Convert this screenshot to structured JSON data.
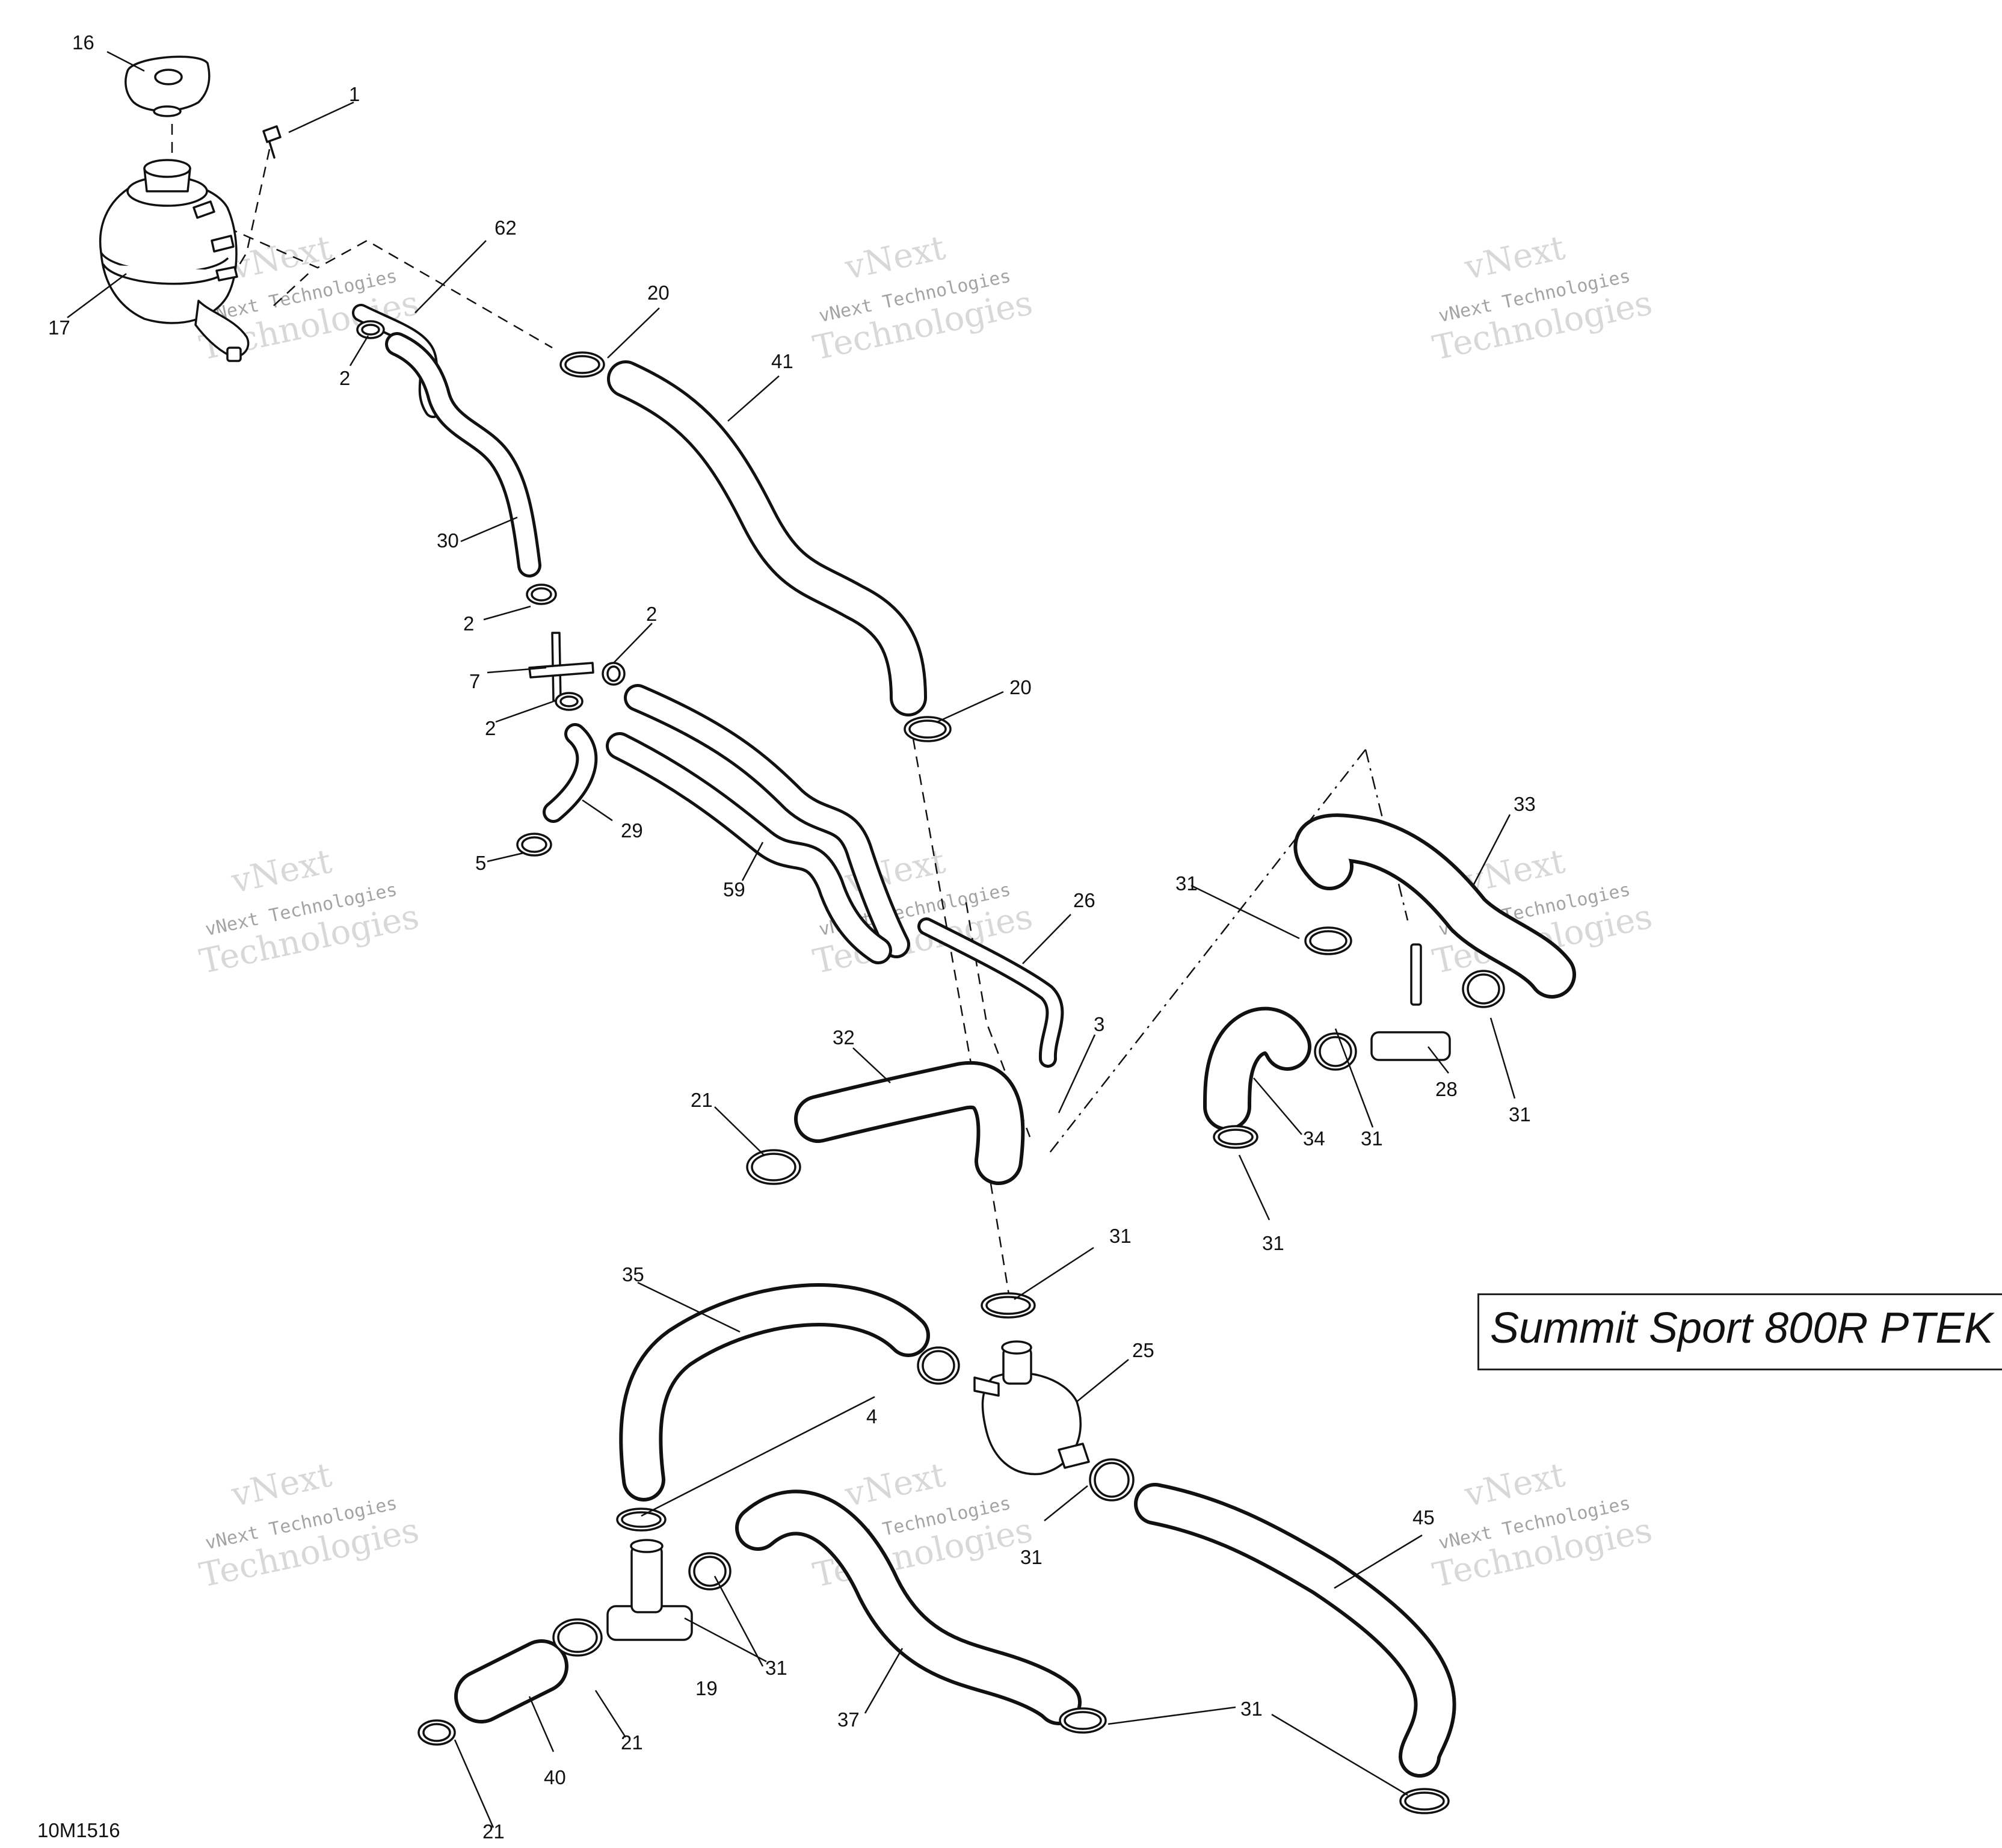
{
  "diagram": {
    "model_label": "Summit Sport 800R PTEK",
    "reference_code": "10M1516",
    "watermark": {
      "line1": "vNext",
      "line2": "vNext Technologies",
      "line3": "Technologies"
    },
    "callouts": [
      "16",
      "1",
      "17",
      "62",
      "2",
      "20",
      "41",
      "30",
      "2",
      "7",
      "2",
      "2",
      "20",
      "29",
      "5",
      "59",
      "26",
      "33",
      "31",
      "3",
      "32",
      "21",
      "28",
      "34",
      "31",
      "31",
      "31",
      "31",
      "35",
      "25",
      "4",
      "45",
      "31",
      "19",
      "31",
      "37",
      "21",
      "40",
      "31",
      "21"
    ]
  }
}
